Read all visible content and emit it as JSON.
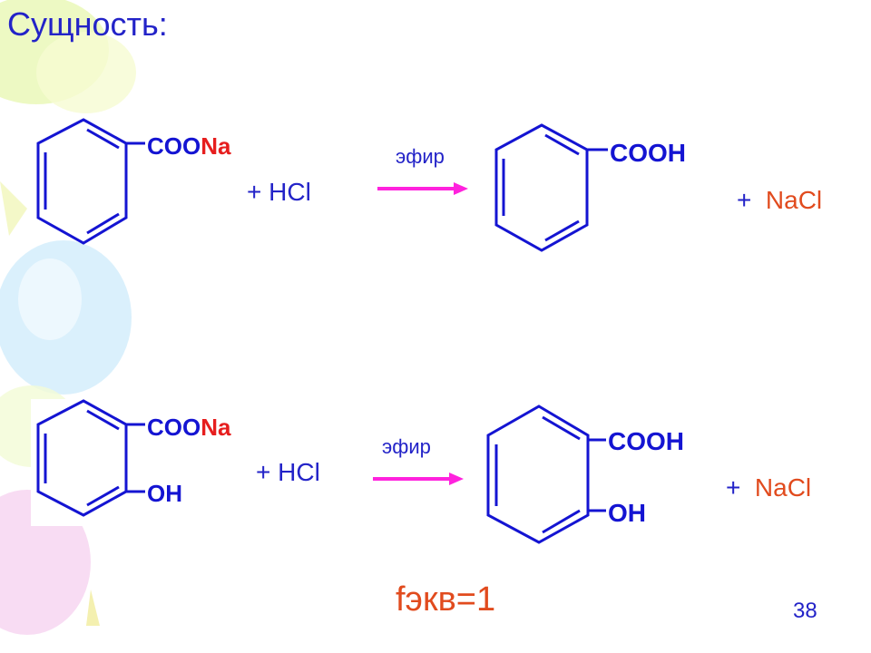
{
  "slide": {
    "title": "Сущность:",
    "page_number": "38",
    "equivalence_factor": "fэкв=1"
  },
  "reactions": [
    {
      "reactant": {
        "group_main": "COO",
        "group_metal": "Na"
      },
      "reagent": "+ HCl",
      "arrow_label": "эфир",
      "product": {
        "group_main": "COOH"
      },
      "byproduct_plus": "+",
      "byproduct": "NaCl"
    },
    {
      "reactant": {
        "group_main": "COO",
        "group_metal": "Na",
        "substituent": "OH"
      },
      "reagent": "+ HCl",
      "arrow_label": "эфир",
      "product": {
        "group_main": "COOH",
        "substituent": "OH"
      },
      "byproduct_plus": "+",
      "byproduct": "NaCl"
    }
  ],
  "colors": {
    "structure": "#1414d2",
    "text_blue": "#2323c8",
    "sodium": "#e61e1e",
    "byproduct": "#e14b1e",
    "arrow": "#ff22dd"
  }
}
